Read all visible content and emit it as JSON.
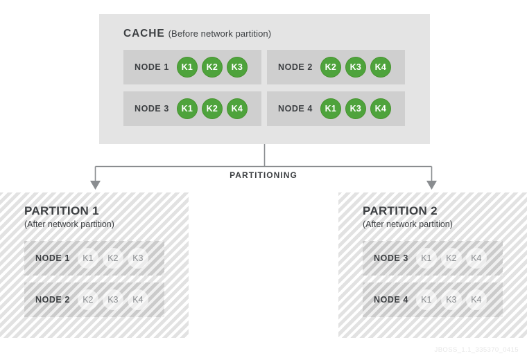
{
  "cache": {
    "title": "CACHE",
    "subtitle": "(Before network partition)",
    "nodes": [
      {
        "label": "NODE 1",
        "keys": [
          "K1",
          "K2",
          "K3"
        ]
      },
      {
        "label": "NODE 2",
        "keys": [
          "K2",
          "K3",
          "K4"
        ]
      },
      {
        "label": "NODE 3",
        "keys": [
          "K1",
          "K2",
          "K4"
        ]
      },
      {
        "label": "NODE 4",
        "keys": [
          "K1",
          "K3",
          "K4"
        ]
      }
    ]
  },
  "connector": {
    "label": "PARTITIONING"
  },
  "partitions": [
    {
      "title": "PARTITION 1",
      "subtitle": "(After network partition)",
      "nodes": [
        {
          "label": "NODE 1",
          "keys": [
            "K1",
            "K2",
            "K3"
          ]
        },
        {
          "label": "NODE 2",
          "keys": [
            "K2",
            "K3",
            "K4"
          ]
        }
      ]
    },
    {
      "title": "PARTITION 2",
      "subtitle": "(After network partition)",
      "nodes": [
        {
          "label": "NODE 3",
          "keys": [
            "K1",
            "K2",
            "K4"
          ]
        },
        {
          "label": "NODE 4",
          "keys": [
            "K1",
            "K3",
            "K4"
          ]
        }
      ]
    }
  ],
  "watermark": "JBOSS_1.1_335370_0415",
  "colors": {
    "key_green": "#4EA33C",
    "key_green_border": "#47942F",
    "cache_bg": "#E4E4E4",
    "node_bg": "#CFCFCF",
    "text": "#3C3F42",
    "connector_line": "#8A8D90",
    "watermark": "#E6E6E6"
  }
}
